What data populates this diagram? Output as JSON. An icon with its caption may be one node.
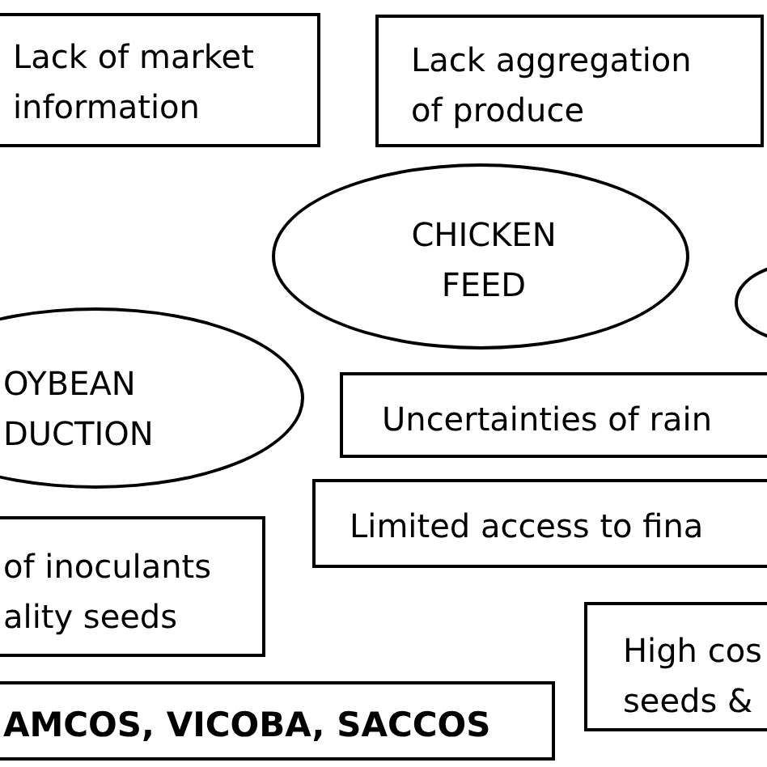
{
  "diagram": {
    "nodes": [
      {
        "text": [
          "Lack of market information"
        ]
      },
      {
        "text": [
          "Lack aggregation of produce"
        ]
      },
      {
        "text": [
          "CHICKEN FEED"
        ]
      },
      {
        "text": [],
        "shape": "circle"
      },
      {
        "text": [
          "OYBEAN DUCTION"
        ]
      },
      {
        "text": [
          "Uncertainties of rain"
        ]
      },
      {
        "text": [
          "Limited access to fina"
        ]
      },
      {
        "text": [
          "of inoculants ality seeds"
        ]
      },
      {
        "text": [
          "High cos seeds &"
        ]
      },
      {
        "text": [
          "AMCOS, VICOBA, SACCOS"
        ]
      }
    ]
  }
}
